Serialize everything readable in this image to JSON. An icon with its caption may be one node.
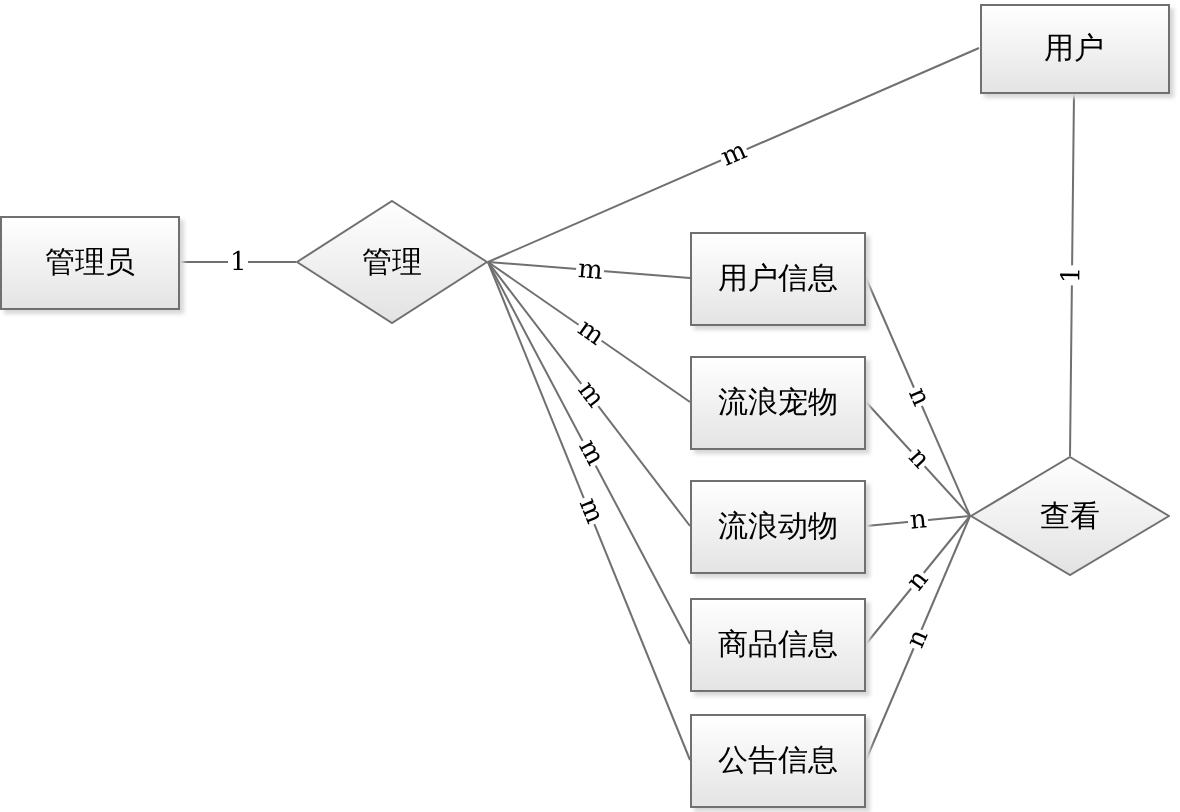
{
  "diagram": {
    "nodes": [
      {
        "text": [
          "管理员"
        ]
      },
      {
        "text": [
          "管理"
        ]
      },
      {
        "text": [
          "用户"
        ]
      },
      {
        "text": [
          "用户信息"
        ]
      },
      {
        "text": [
          "流浪宠物"
        ]
      },
      {
        "text": [
          "流浪动物"
        ]
      },
      {
        "text": [
          "商品信息"
        ]
      },
      {
        "text": [
          "公告信息"
        ]
      },
      {
        "text": [
          "查看"
        ]
      }
    ],
    "edges": [
      {
        "from": 0,
        "to": 1,
        "arrow": "none",
        "label": "1"
      },
      {
        "from": 1,
        "to": 2,
        "arrow": "none",
        "label": "m"
      },
      {
        "from": 1,
        "to": 3,
        "arrow": "none",
        "label": "m"
      },
      {
        "from": 1,
        "to": 4,
        "arrow": "none",
        "label": "m"
      },
      {
        "from": 1,
        "to": 5,
        "arrow": "none",
        "label": "m"
      },
      {
        "from": 1,
        "to": 6,
        "arrow": "none",
        "label": "m"
      },
      {
        "from": 1,
        "to": 7,
        "arrow": "none",
        "label": "m"
      },
      {
        "from": 3,
        "to": 8,
        "arrow": "none",
        "label": "n"
      },
      {
        "from": 4,
        "to": 8,
        "arrow": "none",
        "label": "n"
      },
      {
        "from": 5,
        "to": 8,
        "arrow": "none",
        "label": "n"
      },
      {
        "from": 6,
        "to": 8,
        "arrow": "none",
        "label": "n"
      },
      {
        "from": 7,
        "to": 8,
        "arrow": "none",
        "label": "n"
      },
      {
        "from": 2,
        "to": 8,
        "arrow": "none",
        "label": "1"
      }
    ]
  }
}
